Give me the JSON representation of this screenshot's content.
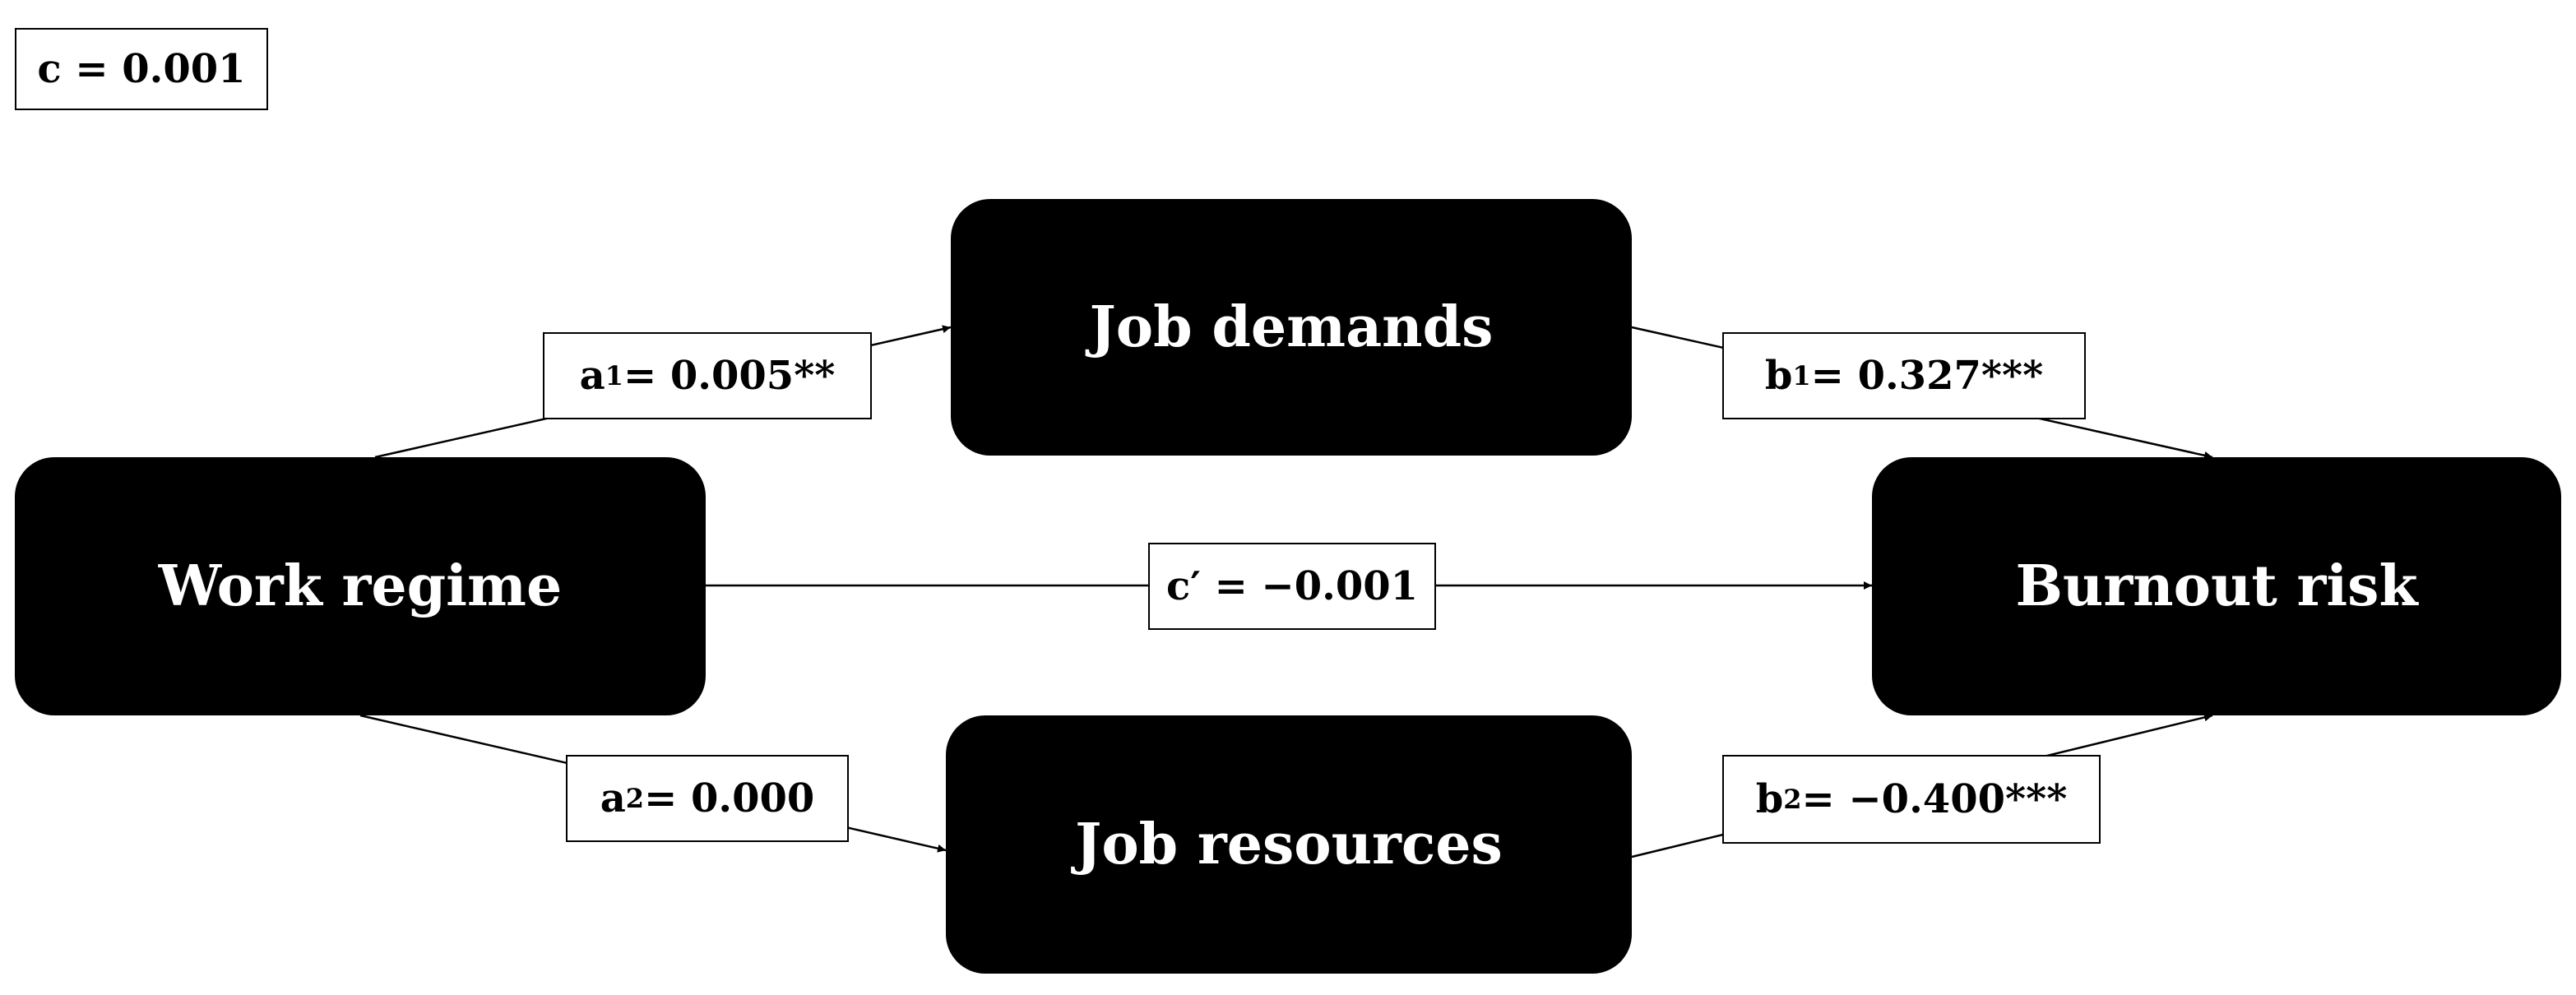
{
  "total_effect": {
    "text": "c = 0.001"
  },
  "nodes": {
    "work_regime": "Work regime",
    "job_demands": "Job demands",
    "job_resources": "Job resources",
    "burnout_risk": "Burnout risk"
  },
  "paths": {
    "a1": {
      "symbol": "a",
      "sub": "1",
      "value": " = 0.005**"
    },
    "b1": {
      "symbol": "b",
      "sub": "1",
      "value": " = 0.327***"
    },
    "a2": {
      "symbol": "a",
      "sub": "2",
      "value": " = 0.000"
    },
    "b2": {
      "symbol": "b",
      "sub": "2",
      "value": " = −0.400***"
    },
    "c_prime": {
      "text": "c′ = −0.001"
    }
  },
  "colors": {
    "node_fill": "#000000",
    "node_text": "#ffffff",
    "line": "#000000"
  }
}
